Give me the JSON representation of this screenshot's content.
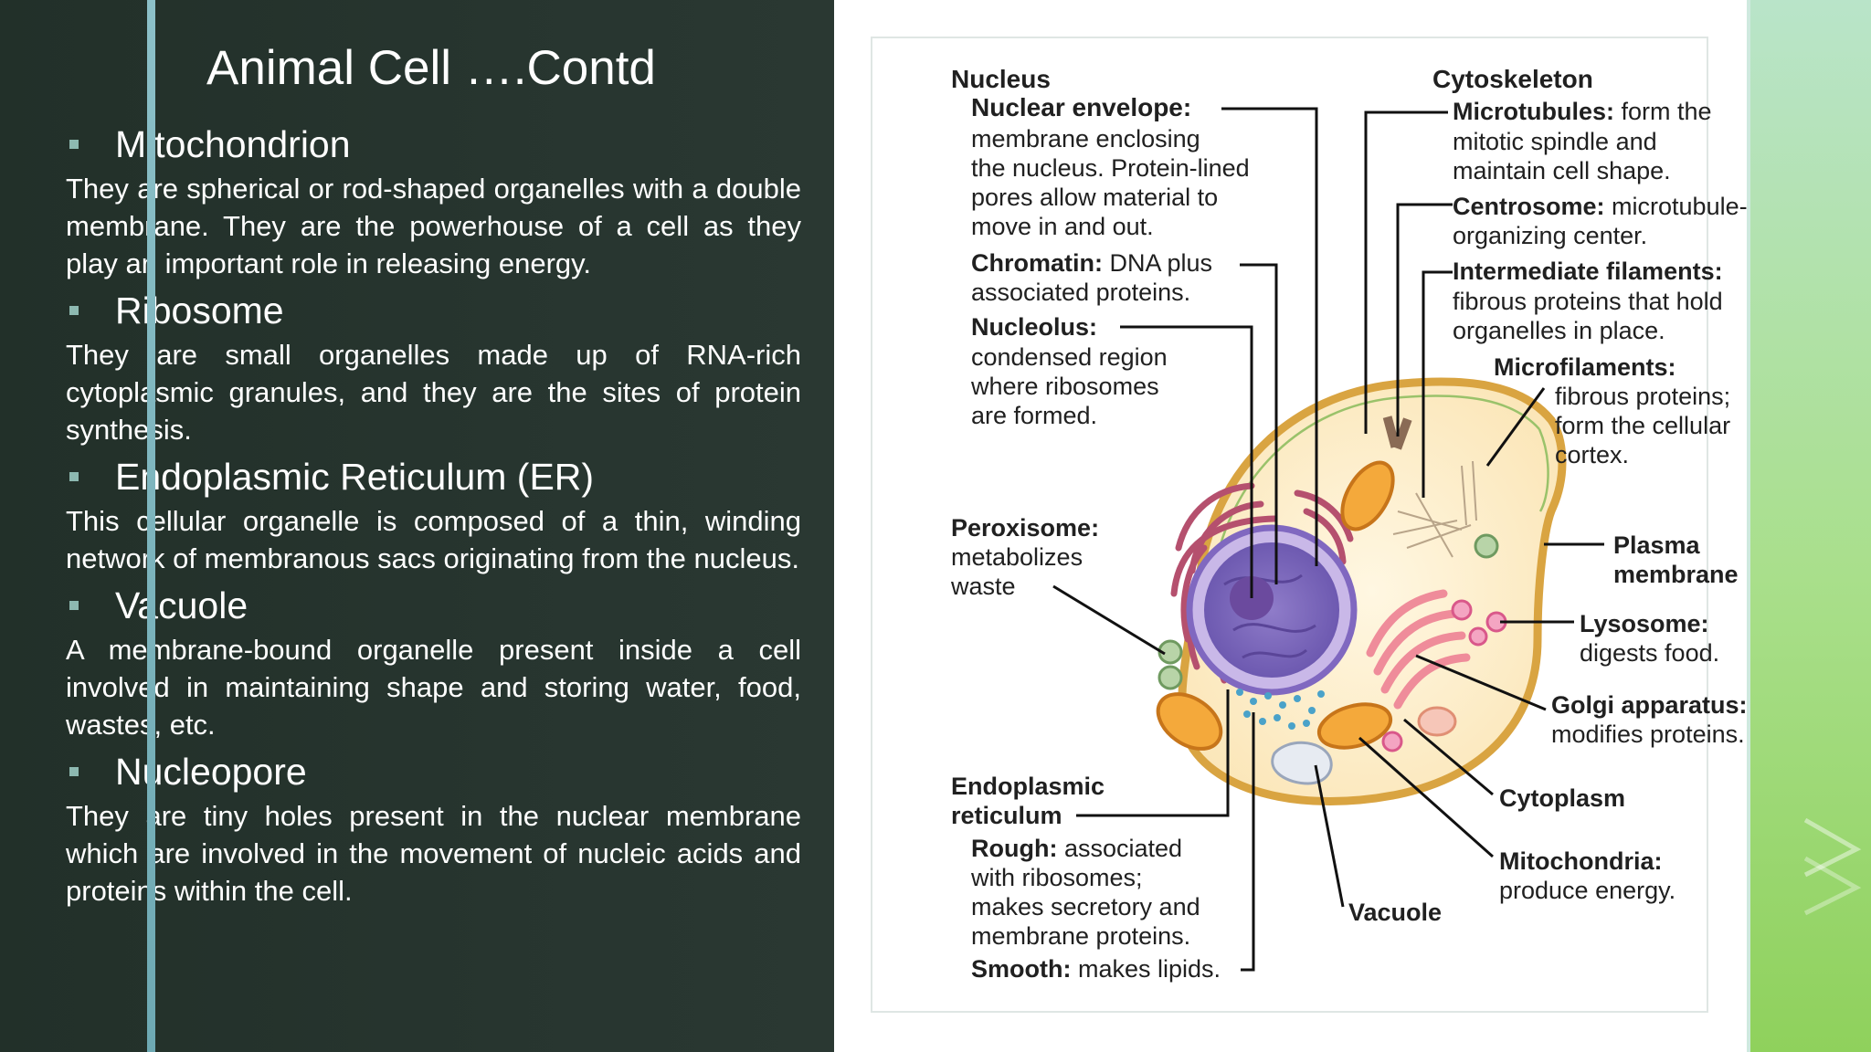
{
  "slide": {
    "title": "Animal Cell ….Contd",
    "items": [
      {
        "heading": "Mitochondrion",
        "description": "They are spherical or rod-shaped organelles with a double membrane. They are the powerhouse of a cell as they play an important role in releasing energy."
      },
      {
        "heading": "Ribosome",
        "description": "They are small organelles made up of RNA-rich cytoplasmic granules, and they are the sites of protein synthesis."
      },
      {
        "heading": "Endoplasmic Reticulum (ER)",
        "description": "This cellular organelle is composed of a thin, winding network of membranous sacs originating from the nucleus."
      },
      {
        "heading": "Vacuole",
        "description": "A membrane-bound organelle present inside a cell involved in maintaining shape and storing water, food, wastes, etc."
      },
      {
        "heading": "Nucleopore",
        "description": "They are tiny holes present in the nuclear membrane which are involved in the movement of nucleic acids and proteins within the cell."
      }
    ]
  },
  "diagram": {
    "nucleus_title": "Nucleus",
    "nuclear_envelope_term": "Nuclear envelope:",
    "nuclear_envelope_lines": [
      "membrane enclosing",
      "the nucleus. Protein-lined",
      "pores allow material to",
      "move in and out."
    ],
    "chromatin_term": "Chromatin:",
    "chromatin_text": " DNA plus",
    "chromatin_line2": "associated proteins.",
    "nucleolus_term": "Nucleolus:",
    "nucleolus_lines": [
      "condensed region",
      "where ribosomes",
      "are formed."
    ],
    "peroxisome_term": "Peroxisome:",
    "peroxisome_lines": [
      "metabolizes",
      "waste"
    ],
    "er_title_lines": [
      "Endoplasmic",
      "reticulum"
    ],
    "rough_term": "Rough:",
    "rough_text": " associated",
    "rough_lines": [
      "with ribosomes;",
      "makes secretory and",
      "membrane proteins."
    ],
    "smooth_term": "Smooth:",
    "smooth_text": " makes lipids.",
    "vacuole": "Vacuole",
    "cytoskeleton_title": "Cytoskeleton",
    "microtubules_term": "Microtubules:",
    "microtubules_text": " form the",
    "microtubules_lines": [
      "mitotic spindle and",
      "maintain cell shape."
    ],
    "centrosome_term": "Centrosome:",
    "centrosome_text": " microtubule-",
    "centrosome_line2": "organizing center.",
    "intermediate_term": "Intermediate filaments:",
    "intermediate_lines": [
      "fibrous proteins that hold",
      "organelles in place."
    ],
    "microfilaments_term": "Microfilaments:",
    "microfilaments_lines": [
      "fibrous proteins;",
      "form the cellular",
      "cortex."
    ],
    "plasma_lines": [
      "Plasma",
      "membrane"
    ],
    "lysosome_term": "Lysosome:",
    "lysosome_text": "digests food.",
    "golgi_term": "Golgi apparatus:",
    "golgi_text": "modifies proteins.",
    "cytoplasm": "Cytoplasm",
    "mitochondria_term": "Mitochondria:",
    "mitochondria_text": "produce energy."
  }
}
